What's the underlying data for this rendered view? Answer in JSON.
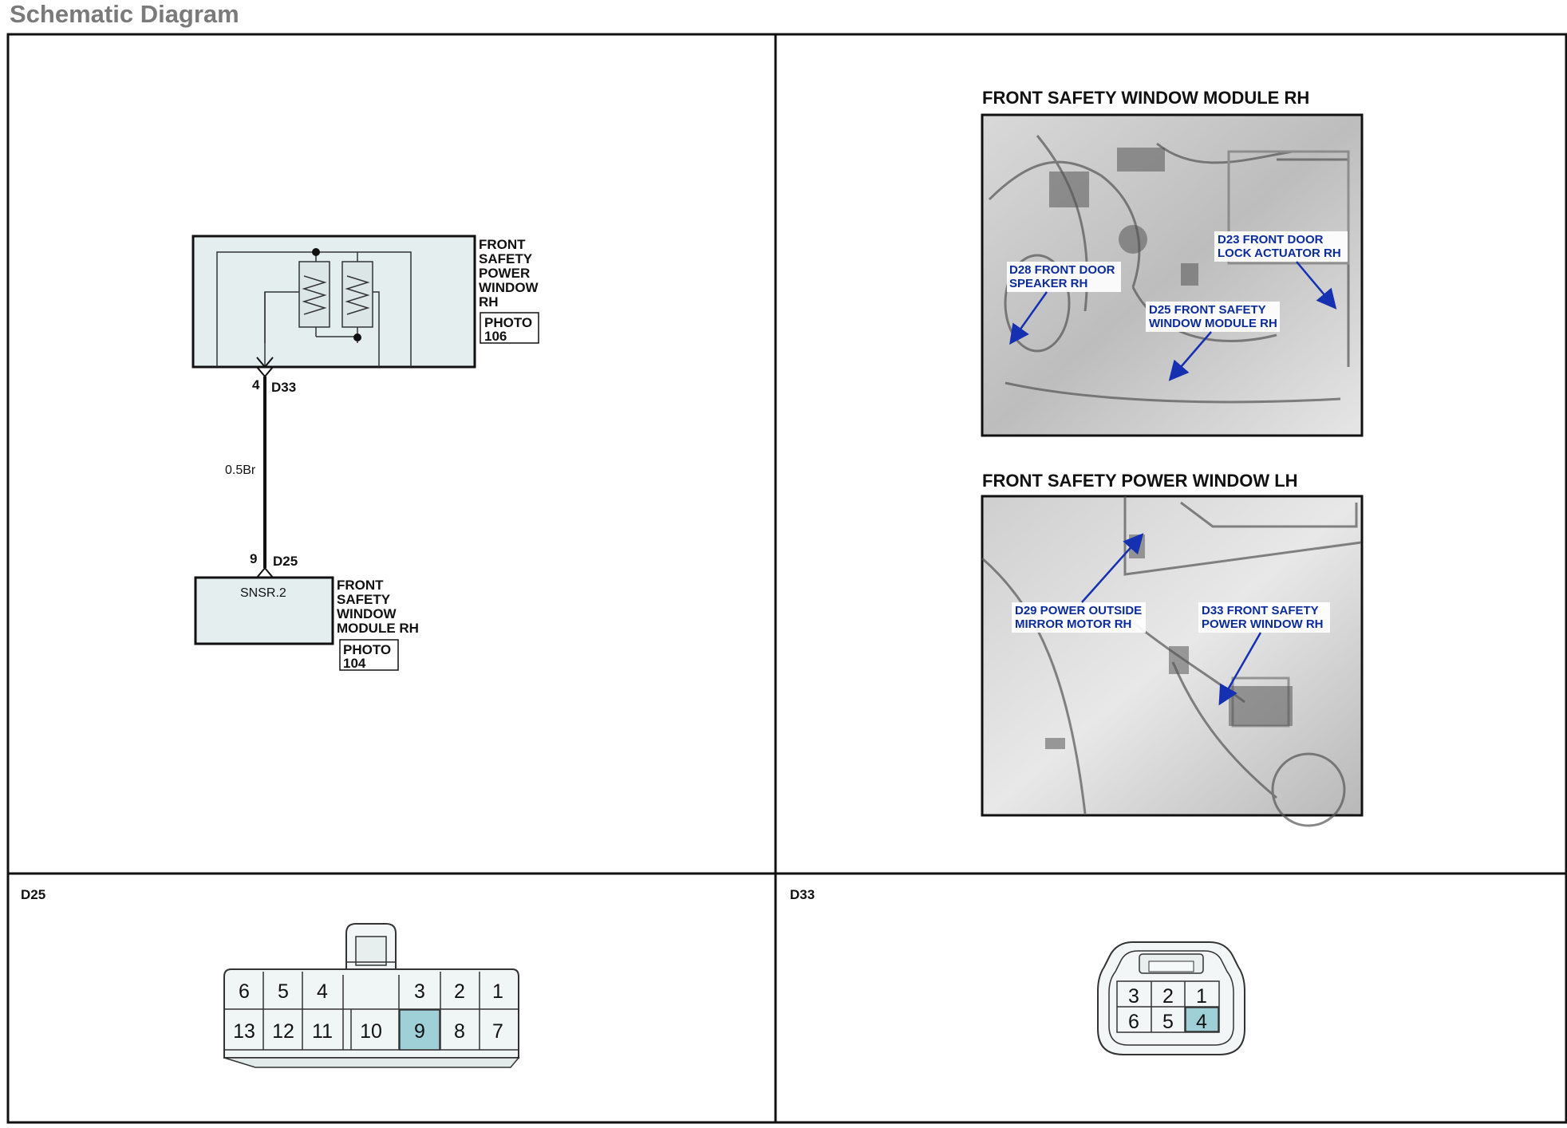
{
  "title": "Schematic Diagram",
  "schematic": {
    "component_top": [
      "FRONT",
      "SAFETY",
      "POWER",
      "WINDOW",
      "RH"
    ],
    "photo_top": [
      "PHOTO",
      "106"
    ],
    "pin_top": "4",
    "connector_top": "D33",
    "wire": "0.5Br",
    "pin_bottom": "9",
    "connector_bottom": "D25",
    "module_text": "SNSR.2",
    "component_bottom": [
      "FRONT",
      "SAFETY",
      "WINDOW",
      "MODULE RH"
    ],
    "photo_bottom": [
      "PHOTO",
      "104"
    ]
  },
  "photos": [
    {
      "title": "FRONT SAFETY WINDOW MODULE RH",
      "callouts": [
        {
          "lines": [
            "D23 FRONT DOOR",
            "LOCK ACTUATOR RH"
          ]
        },
        {
          "lines": [
            "D28 FRONT DOOR",
            "SPEAKER RH"
          ]
        },
        {
          "lines": [
            "D25 FRONT SAFETY",
            "WINDOW MODULE RH"
          ]
        }
      ]
    },
    {
      "title": "FRONT SAFETY POWER WINDOW LH",
      "callouts": [
        {
          "lines": [
            "D29 POWER OUTSIDE",
            "MIRROR MOTOR RH"
          ]
        },
        {
          "lines": [
            "D33 FRONT SAFETY",
            "POWER WINDOW RH"
          ]
        }
      ]
    }
  ],
  "connectors": {
    "d25": {
      "label": "D25",
      "top_row": [
        "6",
        "5",
        "4",
        "3",
        "2",
        "1"
      ],
      "bottom_row": [
        "13",
        "12",
        "11",
        "10",
        "9",
        "8",
        "7"
      ],
      "highlighted": "9"
    },
    "d33": {
      "label": "D33",
      "top_row": [
        "3",
        "2",
        "1"
      ],
      "bottom_row": [
        "6",
        "5",
        "4"
      ],
      "highlighted": "4"
    }
  },
  "colors": {
    "module_fill": "#e4eeee",
    "highlight": "#9fd0d8",
    "callout_text": "#0c2c9c",
    "title_gray": "#7a7a7a"
  }
}
